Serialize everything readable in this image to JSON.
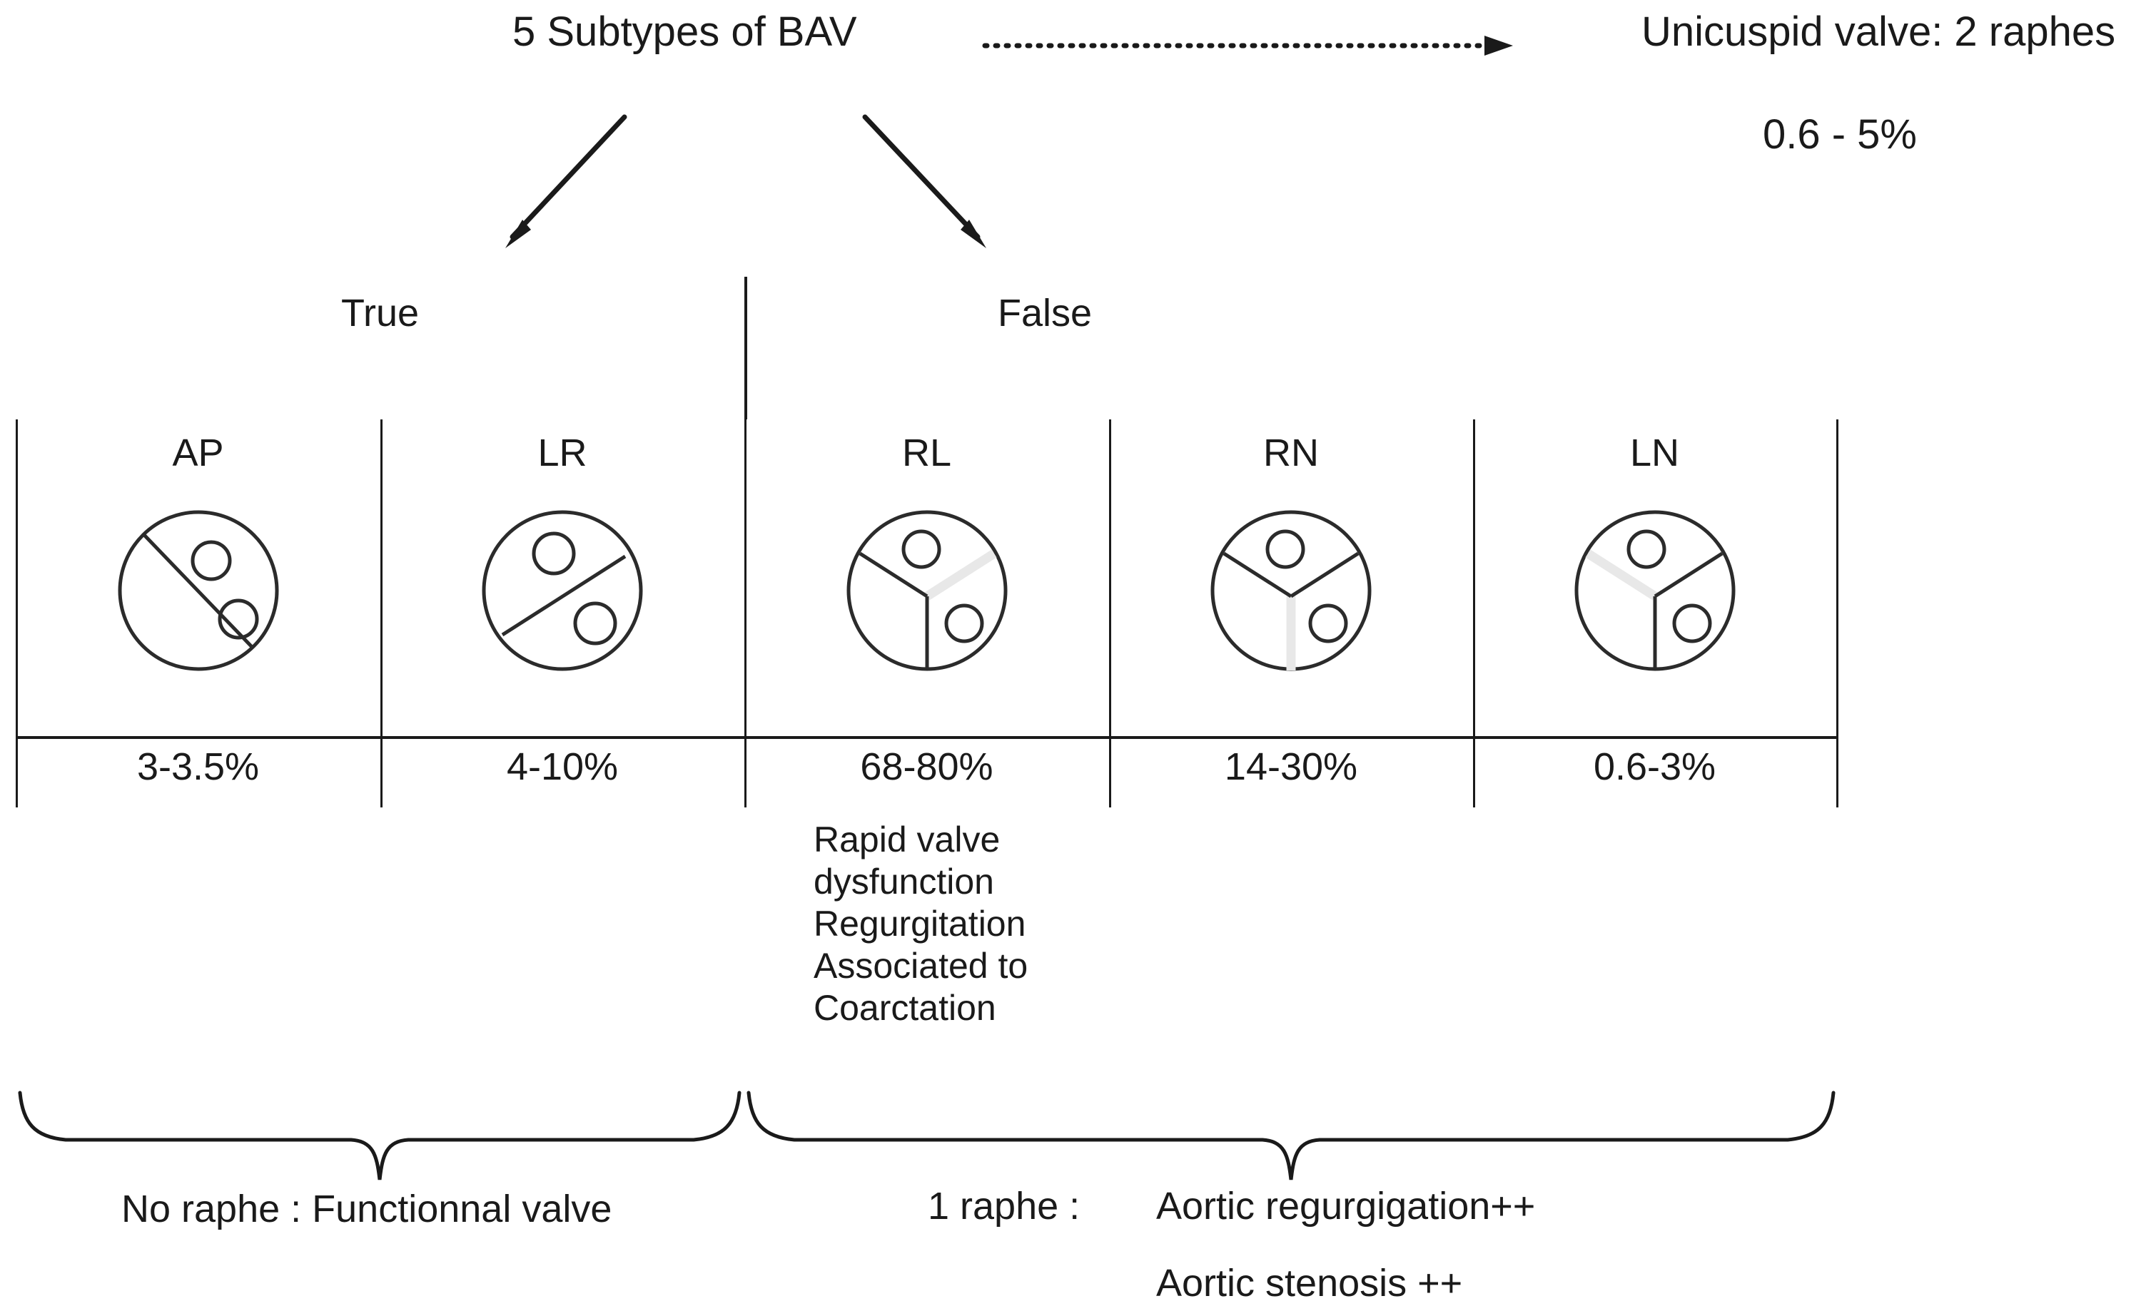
{
  "header": {
    "title": "5 Subtypes of BAV",
    "arrow_icon": "dotted-arrow-right-icon",
    "unicuspid_label": "Unicuspid valve: 2 raphes",
    "unicuspid_percent": "0.6 - 5%"
  },
  "branches": {
    "left_label": "True",
    "right_label": "False",
    "left_arrow_icon": "arrow-down-left-icon",
    "right_arrow_icon": "arrow-down-right-icon"
  },
  "table": {
    "columns": [
      {
        "code": "AP",
        "percent": "3-3.5%",
        "group": "true",
        "valve_icon": "valve-ap-icon",
        "valve_type": "line",
        "raphe": "none"
      },
      {
        "code": "LR",
        "percent": "4-10%",
        "group": "true",
        "valve_icon": "valve-lr-icon",
        "valve_type": "line",
        "raphe": "none"
      },
      {
        "code": "RL",
        "percent": "68-80%",
        "group": "false",
        "valve_icon": "valve-rl-icon",
        "valve_type": "mercedes",
        "raphe": "upper-right"
      },
      {
        "code": "RN",
        "percent": "14-30%",
        "group": "false",
        "valve_icon": "valve-rn-icon",
        "valve_type": "mercedes",
        "raphe": "bottom"
      },
      {
        "code": "LN",
        "percent": "0.6-3%",
        "group": "false",
        "valve_icon": "valve-ln-icon",
        "valve_type": "mercedes",
        "raphe": "upper-left"
      }
    ]
  },
  "rl_notes": [
    "Rapid valve",
    "dysfunction",
    "Regurgitation",
    "Associated to",
    "Coarctation"
  ],
  "footer": {
    "left_brace_icon": "curly-brace-down-icon",
    "right_brace_icon": "curly-brace-down-icon",
    "left_caption": "No raphe : Functionnal valve",
    "right_caption_prefix": "1 raphe :",
    "right_caption_line1": "Aortic regurgigation++",
    "right_caption_line2": "Aortic stenosis ++"
  },
  "colors": {
    "ink": "#1a1a1a",
    "raphe": "#e8e8e8",
    "background": "#ffffff"
  }
}
